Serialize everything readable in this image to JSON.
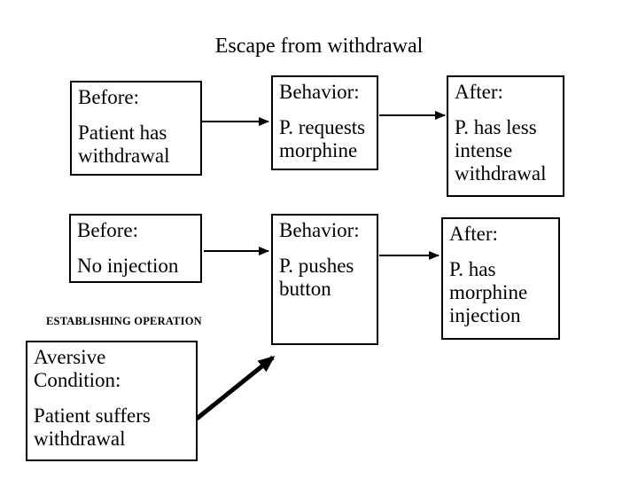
{
  "slide": {
    "title": "Escape from withdrawal",
    "background_color": "#ffffff",
    "ink_color": "#000000"
  },
  "diagram": {
    "row1": {
      "before": {
        "label": "Before:",
        "text": "Patient has\nwithdrawal"
      },
      "behavior": {
        "label": "Behavior:",
        "text": "P. requests\nmorphine"
      },
      "after": {
        "label": "After:",
        "text": "P. has less\nintense\nwithdrawal"
      }
    },
    "row2": {
      "before": {
        "label": "Before:",
        "text": "No injection"
      },
      "behavior": {
        "label": "Behavior:",
        "text": "P. pushes\nbutton"
      },
      "after": {
        "label": "After:",
        "text": "P. has\nmorphine\ninjection"
      }
    },
    "establishing_operation": {
      "caption": "ESTABLISHING OPERATION",
      "box": {
        "label": "Aversive\nCondition:",
        "text": "Patient suffers\nwithdrawal"
      }
    }
  }
}
